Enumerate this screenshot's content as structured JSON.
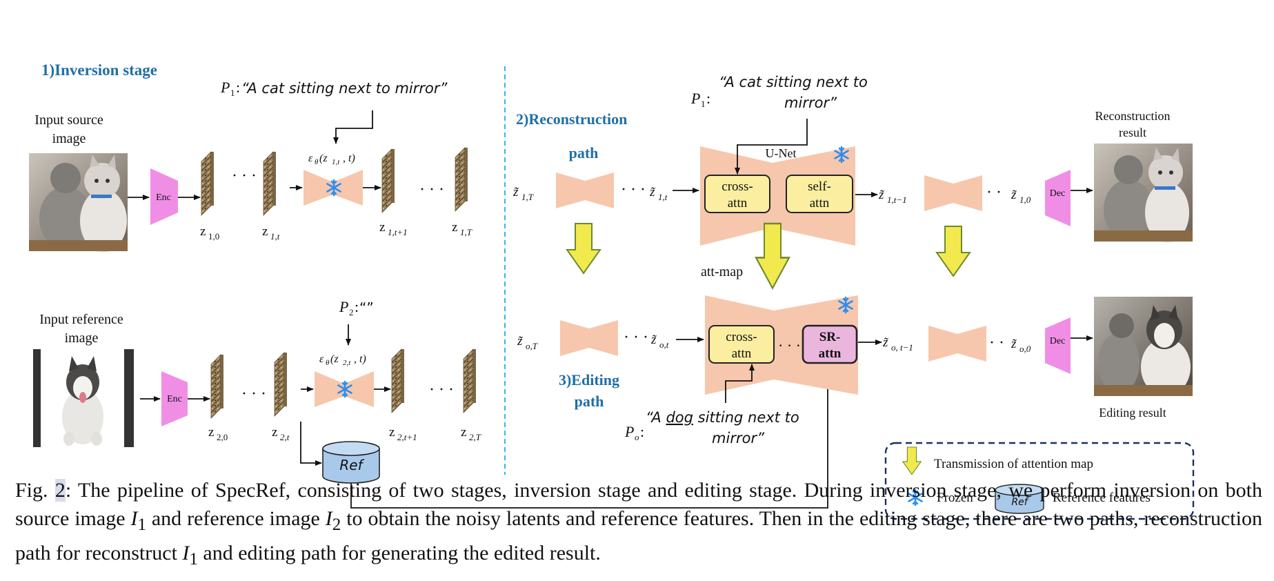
{
  "stages": {
    "inversion": "1)Inversion stage",
    "reconstruction_line1": "2)Reconstruction",
    "reconstruction_line2": "path",
    "editing_line1": "3)Editing",
    "editing_line2": "path"
  },
  "inputs": {
    "source_line1": "Input source",
    "source_line2": "image",
    "reference_line1": "Input reference",
    "reference_line2": "image"
  },
  "prompts": {
    "p1_symbol": "P",
    "p1_sub": "1",
    "p1_text_inline": "“A cat sitting next to mirror”",
    "p1_text_line1": "“A cat sitting next to",
    "p1_text_line2": "mirror”",
    "p2_symbol": "P",
    "p2_sub": "2",
    "p2_text": "“”",
    "po_symbol": "P",
    "po_sub": "o",
    "po_text_pre": "“A ",
    "po_text_dog": "dog",
    "po_text_post": " sitting next to",
    "po_text_line2": "mirror”"
  },
  "blocks": {
    "enc": "Enc",
    "dec": "Dec",
    "unet": "U-Net",
    "cross_attn_1": "cross-",
    "cross_attn_2": "attn",
    "self_attn_1": "self-",
    "self_attn_2": "attn",
    "sr_attn_1": "SR-",
    "sr_attn_2": "attn",
    "att_map": "att-map",
    "ref": "Ref",
    "ellipsis": "· · ·"
  },
  "noise_pred": {
    "eps": "ε",
    "theta": "θ",
    "args_1": "(z",
    "args_1_sub": "1,t",
    "args_2_sub": "2,t",
    "args_end": ", t)"
  },
  "latents": {
    "z10": "1,0",
    "z1t": "1,t",
    "z1t1": "1,t+1",
    "z1T": "1,T",
    "z20": "2,0",
    "z2t": "2,t",
    "z2t1": "2,t+1",
    "z2T": "2,T",
    "rz1T": "1,T",
    "rz1t": "1,t",
    "rz1tm1": "1,t−1",
    "rz10": "1,0",
    "oz T": "o,T",
    "ozT": "o,T",
    "ozt": "o,t",
    "oztm1": "o, t−1",
    "oz0": "o,0"
  },
  "results": {
    "recon_line1": "Reconstruction",
    "recon_line2": "result",
    "edit": "Editing result"
  },
  "legend": {
    "transmission": "Transmission of attention map",
    "frozen": "Frozen",
    "ref_features": "Reference features"
  },
  "caption": {
    "fig_label": "Fig. ",
    "fig_num": "2",
    "text_1": ": The pipeline of SpecRef, consisting of two stages, inversion stage and editing stage. During inversion stage, we perform inversion on both source image ",
    "i1": "I",
    "i1_sub": "1",
    "text_2": " and reference image ",
    "i2": "I",
    "i2_sub": "2",
    "text_3": " to obtain the noisy latents and reference features. Then in the editing stage, there are two paths, reconstruction path for reconstruct ",
    "i1b": "I",
    "i1b_sub": "1",
    "text_4": " and editing path for generating the edited result."
  },
  "colors": {
    "stage_title": "#1f6fa6",
    "enc_pink": "#f08ee6",
    "unet_peach": "#f6c7ac",
    "attn_yellow": "#fbeea0",
    "sr_pink": "#eab6de",
    "arrow_yellow": "#f2e94e",
    "arrow_outline": "#6d8a2e",
    "ref_blue": "#a9c9ea",
    "divider": "#35b6e6",
    "legend_border": "#1c2f66",
    "snow": "#2a8ef0"
  }
}
